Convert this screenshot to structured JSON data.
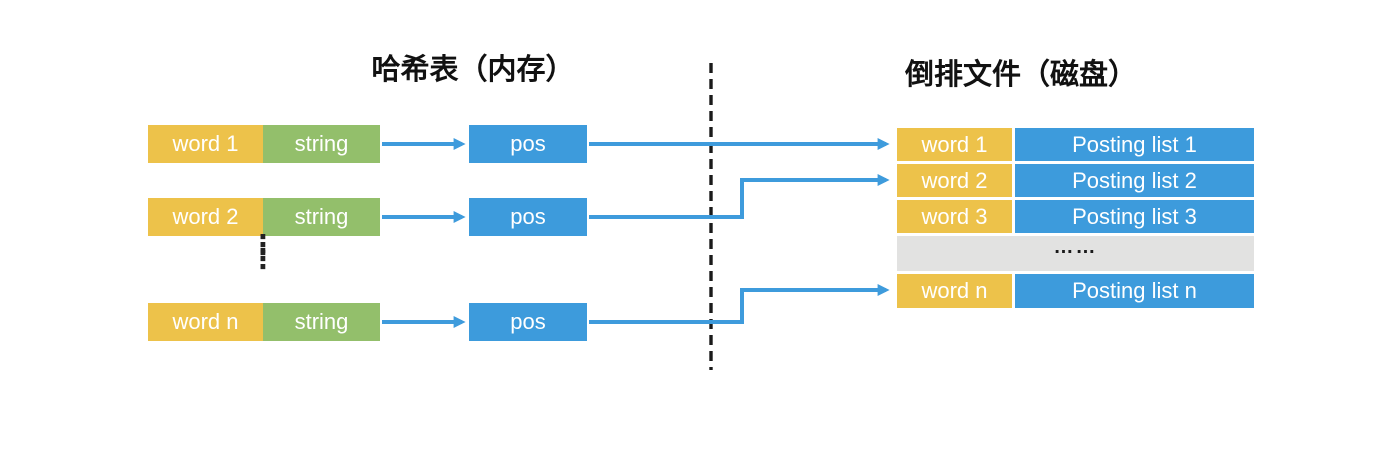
{
  "titles": {
    "left": "哈希表（内存）",
    "right": "倒排文件（磁盘）"
  },
  "hash_table": {
    "rows": [
      {
        "word": "word 1",
        "type": "string",
        "pos": "pos"
      },
      {
        "word": "word 2",
        "type": "string",
        "pos": "pos"
      },
      {
        "word": "word n",
        "type": "string",
        "pos": "pos"
      }
    ],
    "vertical_ellipsis": "⋮"
  },
  "inverted_file": {
    "rows": [
      {
        "word": "word 1",
        "posting": "Posting list 1"
      },
      {
        "word": "word 2",
        "posting": "Posting list 2"
      },
      {
        "word": "word 3",
        "posting": "Posting list 3"
      },
      {
        "word": "word n",
        "posting": "Posting list n"
      }
    ],
    "ellipsis": "……"
  },
  "colors": {
    "yellow": "#EDC24A",
    "green": "#93BF6B",
    "blue": "#3D9BDC",
    "gray_row": "#E2E2E1",
    "arrow_blue": "#3E9BDC",
    "divider_black": "#1A1A1A",
    "text_white": "#FFFFFF",
    "title_black": "#111111"
  }
}
